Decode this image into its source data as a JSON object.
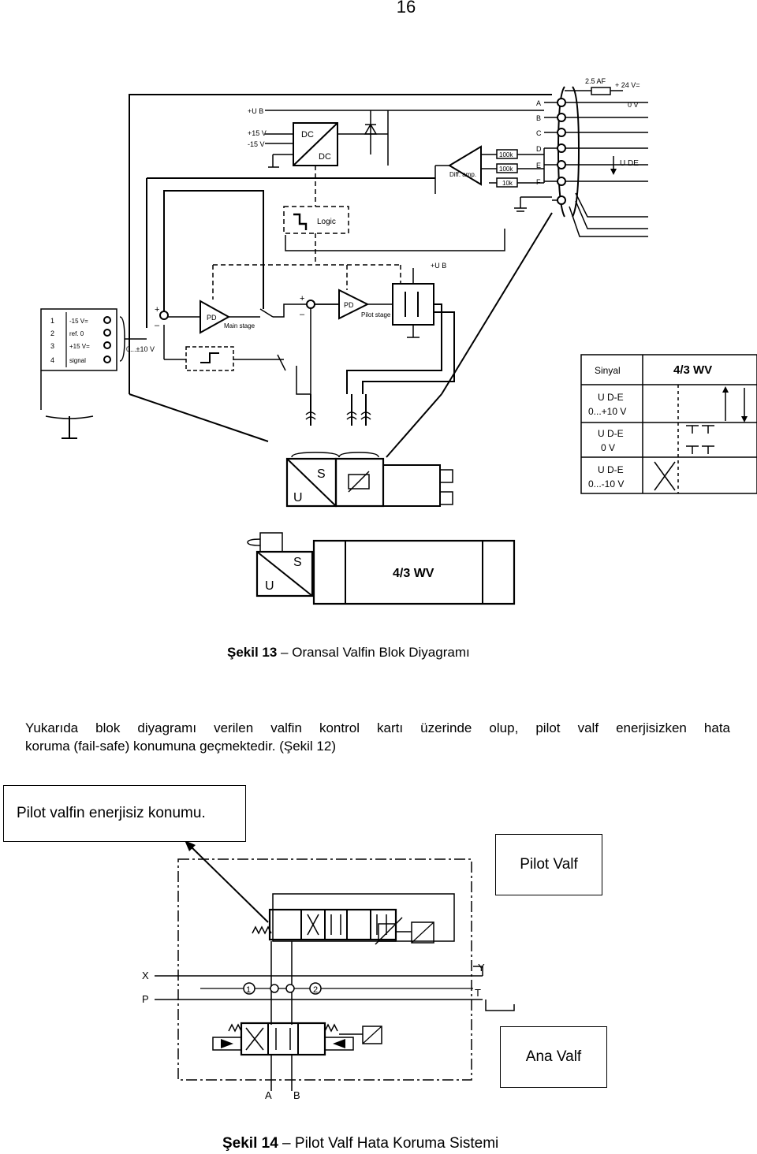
{
  "page": {
    "number": "16"
  },
  "figure13": {
    "caption_bold": "Şekil 13",
    "caption_text": " – Oransal Valfin Blok Diyagramı",
    "labels": {
      "uB": "+U B",
      "p15": "+15 V",
      "m15": "-15 V",
      "dc1": "DC",
      "dc2": "DC",
      "logic": "Logic",
      "pd1": "PD",
      "main_stage": "Main stage",
      "pd2": "PD",
      "pilot_stage": "Pilot stage",
      "uB2": "+U B",
      "diff_amp": "Diff. amp.",
      "r1": "100k",
      "r2": "100k",
      "r3": "10k",
      "fuse": "2.5 AF",
      "p24": "+ 24 V=",
      "zero_v": "0 V",
      "ude": "U DE",
      "pins": [
        "A",
        "B",
        "C",
        "D",
        "E",
        "F"
      ],
      "input_pins": [
        "1",
        "2",
        "3",
        "4"
      ],
      "input_labels": [
        "-15 V=",
        "ref. 0",
        "+15 V=",
        "signal"
      ],
      "input_range": "0...±10 V",
      "plus": "+",
      "minus": "–",
      "u": "U",
      "s": "S",
      "valve_label": "4/3 WV"
    },
    "table": {
      "sinyal": "Sinyal",
      "header": "4/3 WV",
      "rows": [
        {
          "l1": "U D-E",
          "l2": "0...+10 V"
        },
        {
          "l1": "U D-E",
          "l2": "0 V"
        },
        {
          "l1": "U D-E",
          "l2": "0...-10 V"
        }
      ]
    }
  },
  "paragraph": {
    "line1": "Yukarıda blok diyagramı verilen valfin kontrol kartı üzerinde olup, pilot valf enerjisizken hata",
    "line2": "koruma (fail-safe) konumuna geçmektedir. (Şekil 12)"
  },
  "figure14": {
    "callout_left": "Pilot valfin enerjisiz konumu.",
    "callout_pilot": "Pilot Valf",
    "callout_main": "Ana Valf",
    "ports": {
      "x": "X",
      "p": "P",
      "y": "Y",
      "t": "T",
      "a": "A",
      "b": "B",
      "c1": "1",
      "c2": "2"
    },
    "caption_bold": "Şekil 14",
    "caption_text": " – Pilot Valf Hata Koruma Sistemi"
  }
}
